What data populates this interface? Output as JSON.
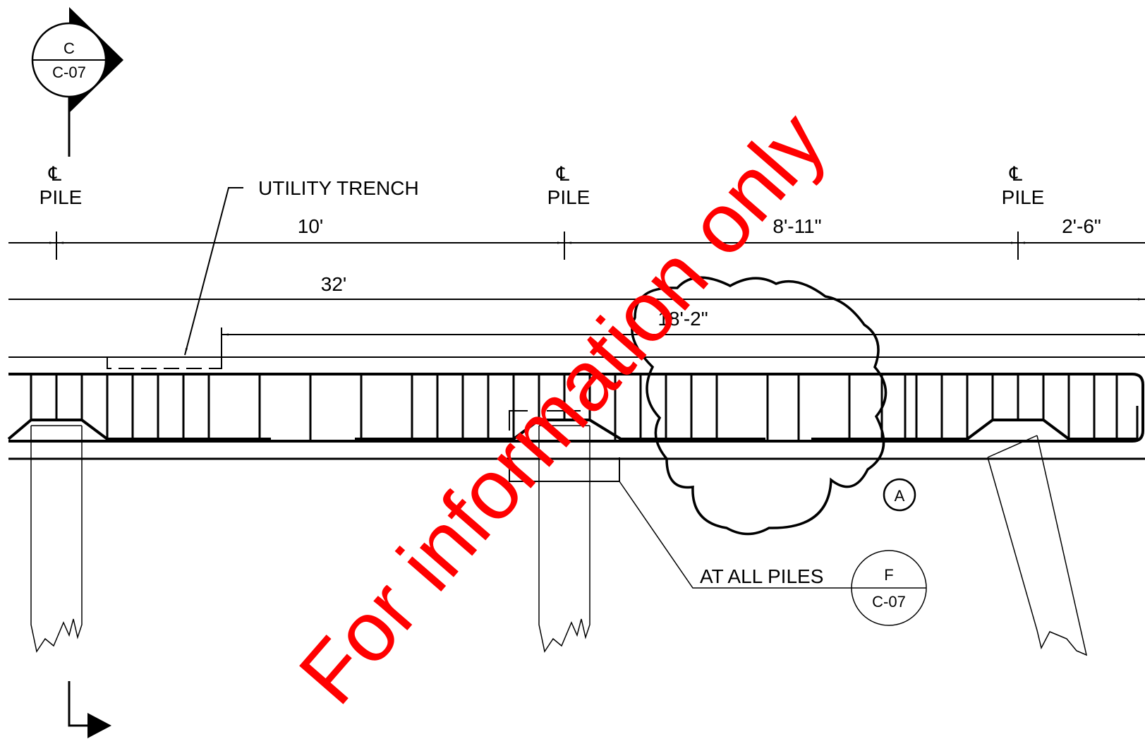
{
  "section_marker": {
    "letter": "C",
    "sheet": "C-07"
  },
  "pile_labels": [
    {
      "symbol": "℄",
      "text": "PILE"
    },
    {
      "symbol": "℄",
      "text": "PILE"
    },
    {
      "symbol": "℄",
      "text": "PILE"
    }
  ],
  "utility_trench": "UTILITY TRENCH",
  "dimensions": {
    "d1": "10'",
    "d2": "8'-11\"",
    "d3": "2'-6\"",
    "total": "32'",
    "trench": "18'-2\""
  },
  "revision_tag": "A",
  "detail_callout": {
    "note": "AT ALL PILES",
    "letter": "F",
    "sheet": "C-07"
  },
  "watermark": "For information only",
  "colors": {
    "line": "#000000",
    "watermark": "#ff0000"
  }
}
